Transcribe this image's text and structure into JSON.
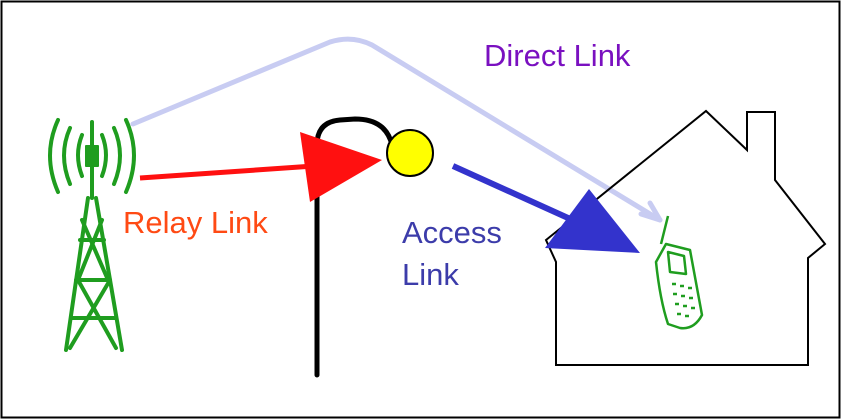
{
  "labels": {
    "direct": "Direct Link",
    "relay": "Relay Link",
    "access_line1": "Access",
    "access_line2": "Link"
  },
  "colors": {
    "frame": "#000000",
    "tower": "#1f9d1f",
    "relay_link": "#ff1010",
    "access_link": "#3333cc",
    "direct_link": "#c8ccf2",
    "relay_node": "#ffff00",
    "pole": "#000000",
    "house": "#000000",
    "phone": "#1f9d1f",
    "direct_label": "#7a10c0",
    "relay_label": "#ff4a14",
    "access_label": "#3c3caa"
  },
  "icons": {
    "tower": "cell-tower-icon",
    "relay": "relay-station-icon",
    "house": "house-icon",
    "phone": "mobile-phone-icon"
  }
}
